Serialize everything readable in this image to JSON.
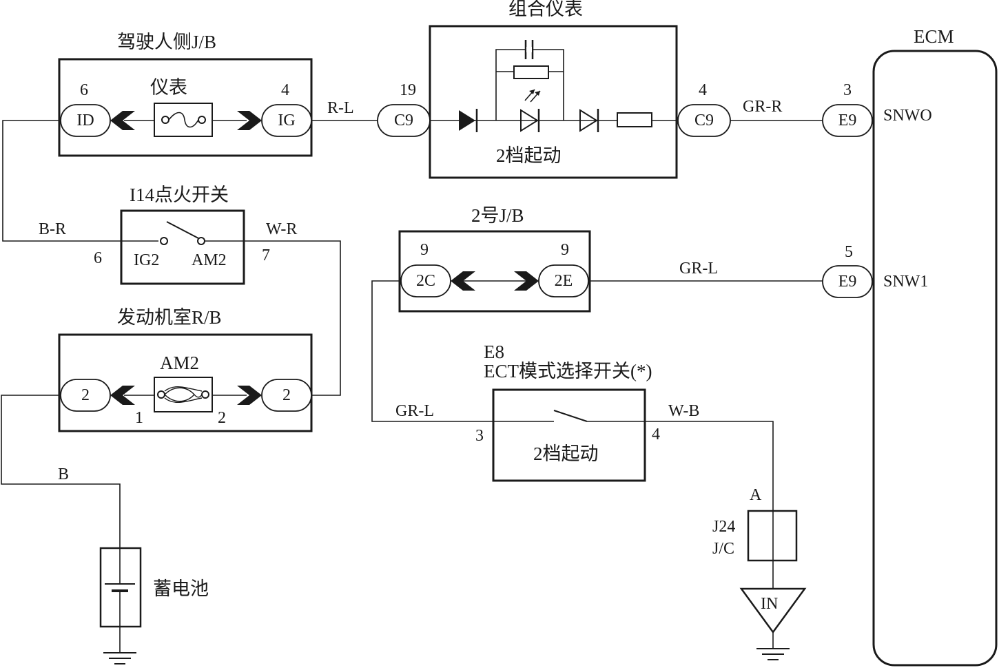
{
  "components": {
    "driver_jb": {
      "title": "驾驶人侧J/B",
      "fuse_label": "仪表",
      "left_conn": "ID",
      "right_conn": "IG",
      "left_pin": "6",
      "right_pin": "4"
    },
    "meter": {
      "title": "组合仪表",
      "caption": "2档起动",
      "in_conn": "C9",
      "in_pin": "19",
      "out_conn": "C9",
      "out_pin": "4"
    },
    "ecm": {
      "title": "ECM",
      "pin_snwo": "SNWO",
      "pin_snw1": "SNW1",
      "conn_e9_top": "E9",
      "conn_e9_top_pin": "3",
      "conn_e9_bottom": "E9",
      "conn_e9_bottom_pin": "5"
    },
    "ignition": {
      "title": "I14点火开关",
      "left_terminal": "IG2",
      "right_terminal": "AM2",
      "left_pin": "6",
      "right_pin": "7"
    },
    "jb2": {
      "title": "2号J/B",
      "left_conn": "2C",
      "right_conn": "2E",
      "left_pin": "9",
      "right_pin": "9"
    },
    "engine_rb": {
      "title": "发动机室R/B",
      "fuse_label": "AM2",
      "left_conn": "2",
      "right_conn": "2",
      "left_pin": "1",
      "right_pin": "2"
    },
    "ect_switch": {
      "title_line1": "E8",
      "title_line2": "ECT模式选择开关(*)",
      "caption": "2档起动",
      "left_pin": "3",
      "right_pin": "4"
    },
    "battery": {
      "label": "蓄电池"
    },
    "jc": {
      "label_line1": "J24",
      "label_line2": "J/C",
      "pin": "A"
    },
    "ground_in": {
      "label": "IN"
    }
  },
  "wires": {
    "r_l": "R-L",
    "gr_r": "GR-R",
    "b_r": "B-R",
    "w_r": "W-R",
    "gr_l_ecm": "GR-L",
    "gr_l_switch": "GR-L",
    "w_b": "W-B",
    "b": "B"
  },
  "colors": {
    "ink": "#1a1a1a",
    "background": "#ffffff"
  }
}
